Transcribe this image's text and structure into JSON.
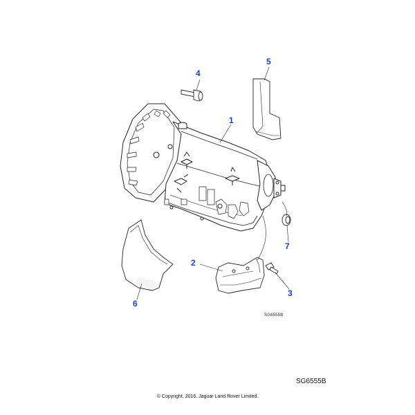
{
  "callouts": [
    {
      "label": "1"
    },
    {
      "label": "2"
    },
    {
      "label": "3"
    },
    {
      "label": "4"
    },
    {
      "label": "5"
    },
    {
      "label": "6"
    },
    {
      "label": "7"
    }
  ],
  "diagram_ref_small": "SG6555B",
  "diagram_ref": "SG6555B",
  "copyright": "© Copyright, 2016. Jaguar Land Rover Limited.",
  "colors": {
    "callout": "#1a3fd6",
    "line": "#222222",
    "fill": "#ffffff",
    "hatch": "#b8b8b8"
  }
}
